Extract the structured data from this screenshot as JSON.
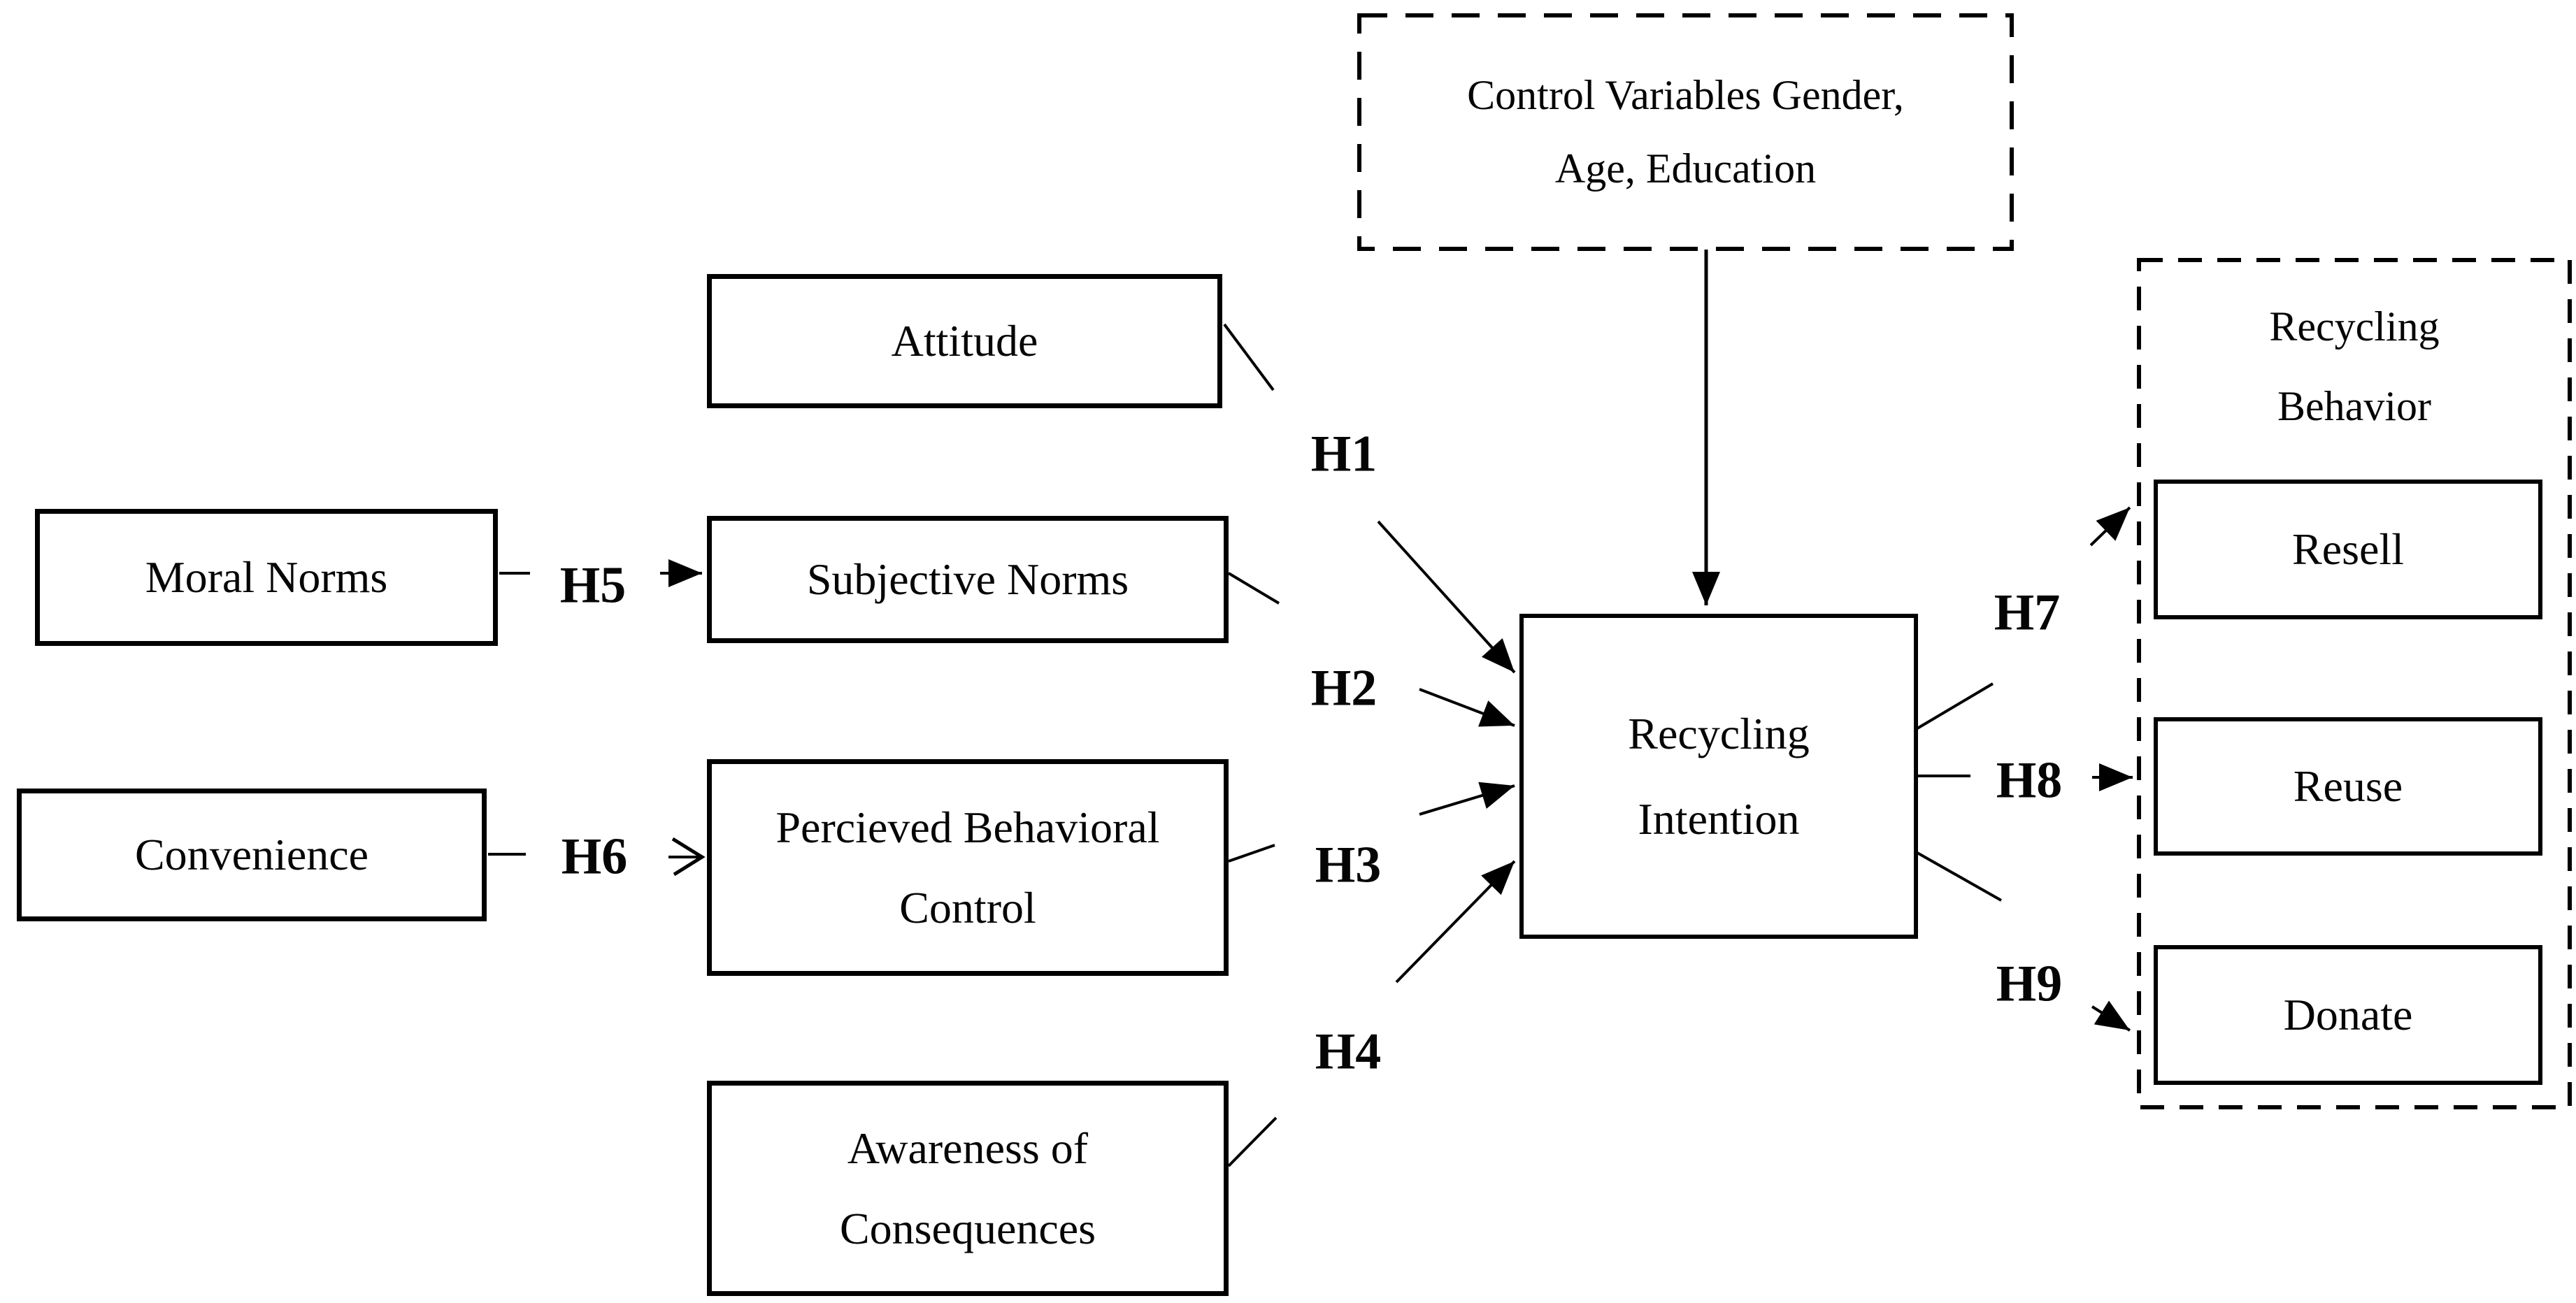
{
  "figure": {
    "title": "Recycling intention and behavior research model",
    "background_color": "#ffffff",
    "ink_color": "#000000"
  },
  "boxes": {
    "control_variables": {
      "line1": "Control Variables Gender,",
      "line2": "Age, Education"
    },
    "attitude": {
      "label": "Attitude"
    },
    "moral_norms": {
      "label": "Moral Norms"
    },
    "subjective_norms": {
      "label": "Subjective Norms"
    },
    "convenience": {
      "label": "Convenience"
    },
    "perceived_behavioral_control": {
      "line1": "Percieved Behavioral",
      "line2": "Control"
    },
    "awareness_of_consequences": {
      "line1": "Awareness of",
      "line2": "Consequences"
    },
    "recycling_intention": {
      "line1": "Recycling",
      "line2": "Intention"
    },
    "recycling_behavior": {
      "line1": "Recycling",
      "line2": "Behavior"
    },
    "resell": {
      "label": "Resell"
    },
    "reuse": {
      "label": "Reuse"
    },
    "donate": {
      "label": "Donate"
    }
  },
  "hypotheses": {
    "h1": "H1",
    "h2": "H2",
    "h3": "H3",
    "h4": "H4",
    "h5": "H5",
    "h6": "H6",
    "h7": "H7",
    "h8": "H8",
    "h9": "H9"
  }
}
